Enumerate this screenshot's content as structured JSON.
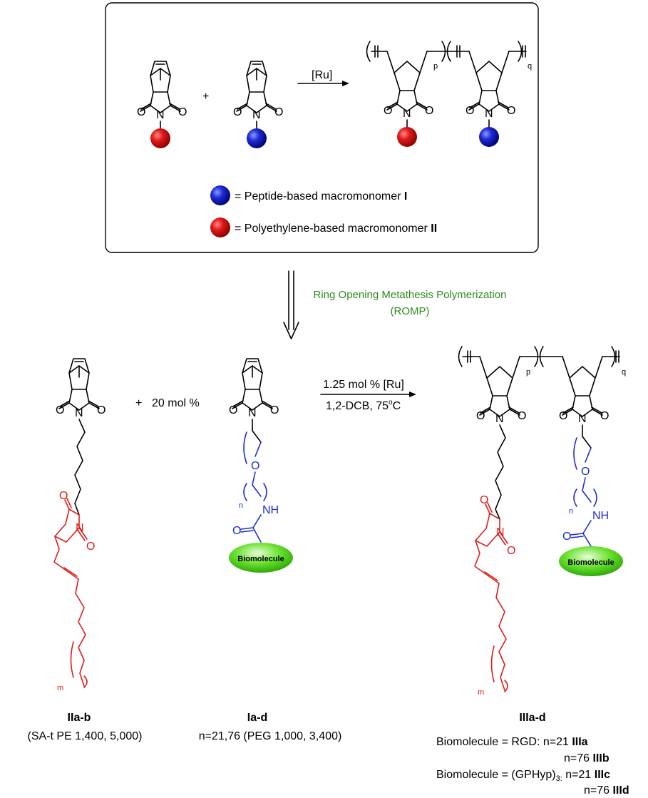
{
  "top_panel": {
    "plus": "+",
    "catalyst": "[Ru]",
    "atom_O": "O",
    "atom_N": "N",
    "sub_p": "p",
    "sub_q": "q",
    "legend": [
      {
        "prefix": "= Peptide-based macromonomer ",
        "tag": "I",
        "color": "#1d2bd6"
      },
      {
        "prefix": "= Polyethylene-based macromonomer ",
        "tag": "II",
        "color": "#e01a1a"
      }
    ]
  },
  "romp": {
    "line1": "Ring Opening Metathesis Polymerization",
    "line2": "(ROMP)"
  },
  "bottom": {
    "plus": "+",
    "mol_percent": "20 mol %",
    "cond_top": "1.25 mol % [Ru]",
    "cond_bottom_pre": "1,2-DCB, 75",
    "cond_bottom_sup": "o",
    "cond_bottom_post": "C",
    "atom_NH": "NH",
    "sub_n": "n",
    "sub_m": "m",
    "biomolecule": "Biomolecule"
  },
  "labels": {
    "IIab_title": "IIa-b",
    "IIab_sub": "(SA-t PE 1,400, 5,000)",
    "Iad_title": "Ia-d",
    "Iad_sub": "n=21,76  (PEG 1,000, 3,400)",
    "IIIad_title": "IIIa-d",
    "line1_pre": "Biomolecule = RGD: n=21 ",
    "line1_tag": "IIIa",
    "line2_pre": "n=76 ",
    "line2_tag": "IIIb",
    "line3_pre": "Biomolecule = (GPHyp)",
    "line3_sub": "3:",
    "line3_post": " n=21 ",
    "line3_tag": "IIIc",
    "line4_pre": "n=76 ",
    "line4_tag": "IIId"
  }
}
